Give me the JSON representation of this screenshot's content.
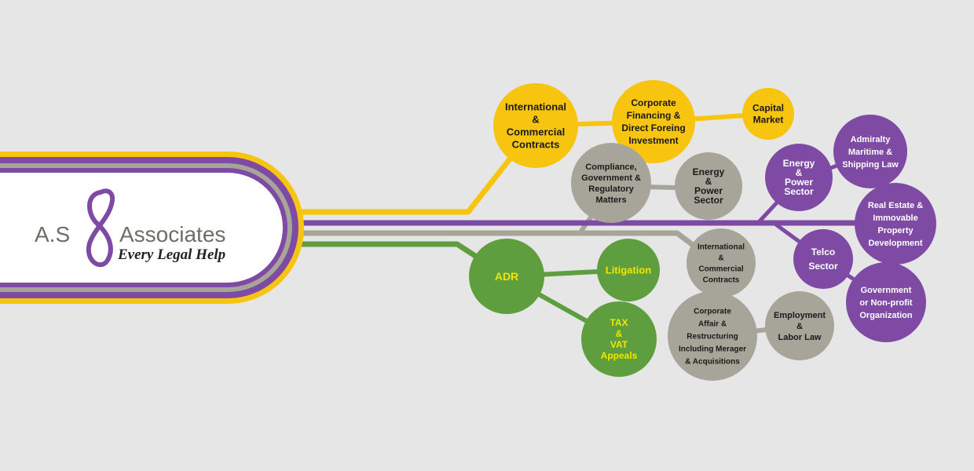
{
  "logo": {
    "name_left": "A.S",
    "name_right": "Associates",
    "tagline": "Every Legal Help",
    "mark": "infinity-eight-mark"
  },
  "colors": {
    "background": "#e6e6e6",
    "yellow": "#f7c410",
    "gray": "#a7a499",
    "purple": "#7f4aa3",
    "green": "#5f9e3f",
    "dark_text": "#1a1a1a",
    "light_text": "#ffffff",
    "yellow_text": "#f2e600"
  },
  "nodes": {
    "yellow": [
      {
        "id": "intl-commercial-contracts-yellow",
        "lines": [
          "International",
          "&",
          "Commercial",
          "Contracts"
        ]
      },
      {
        "id": "corporate-financing",
        "lines": [
          "Corporate",
          "Financing &",
          "Direct Foreing",
          "Investment"
        ]
      },
      {
        "id": "capital-market",
        "lines": [
          "Capital",
          "Market"
        ]
      }
    ],
    "gray": [
      {
        "id": "compliance",
        "lines": [
          "Compliance,",
          "Government &",
          "Regulatory",
          "Matters"
        ]
      },
      {
        "id": "energy-power-gray",
        "lines": [
          "Energy",
          "&",
          "Power",
          "Sector"
        ]
      },
      {
        "id": "intl-commercial-contracts-gray",
        "lines": [
          "International",
          "&",
          "Commercial",
          "Contracts"
        ]
      },
      {
        "id": "corporate-affair",
        "lines": [
          "Corporate",
          "Affair &",
          "Restructuring",
          "Including Merager",
          "& Acquisitions"
        ]
      },
      {
        "id": "employment-labor",
        "lines": [
          "Employment",
          "&",
          "Labor Law"
        ]
      }
    ],
    "purple": [
      {
        "id": "energy-power-purple",
        "lines": [
          "Energy",
          "&",
          "Power",
          "Sector"
        ]
      },
      {
        "id": "admiralty",
        "lines": [
          "Admiralty",
          "Maritime &",
          "Shipping Law"
        ]
      },
      {
        "id": "real-estate",
        "lines": [
          "Real Estate &",
          "Immovable",
          "Property",
          "Development"
        ]
      },
      {
        "id": "telco",
        "lines": [
          "Telco",
          "Sector"
        ]
      },
      {
        "id": "government-nonprofit",
        "lines": [
          "Government",
          "or Non-profit",
          "Organization"
        ]
      }
    ],
    "green": [
      {
        "id": "adr",
        "lines": [
          "ADR"
        ]
      },
      {
        "id": "litigation",
        "lines": [
          "Litigation"
        ]
      },
      {
        "id": "tax-vat",
        "lines": [
          "TAX",
          "&",
          "VAT",
          "Appeals"
        ]
      }
    ]
  }
}
